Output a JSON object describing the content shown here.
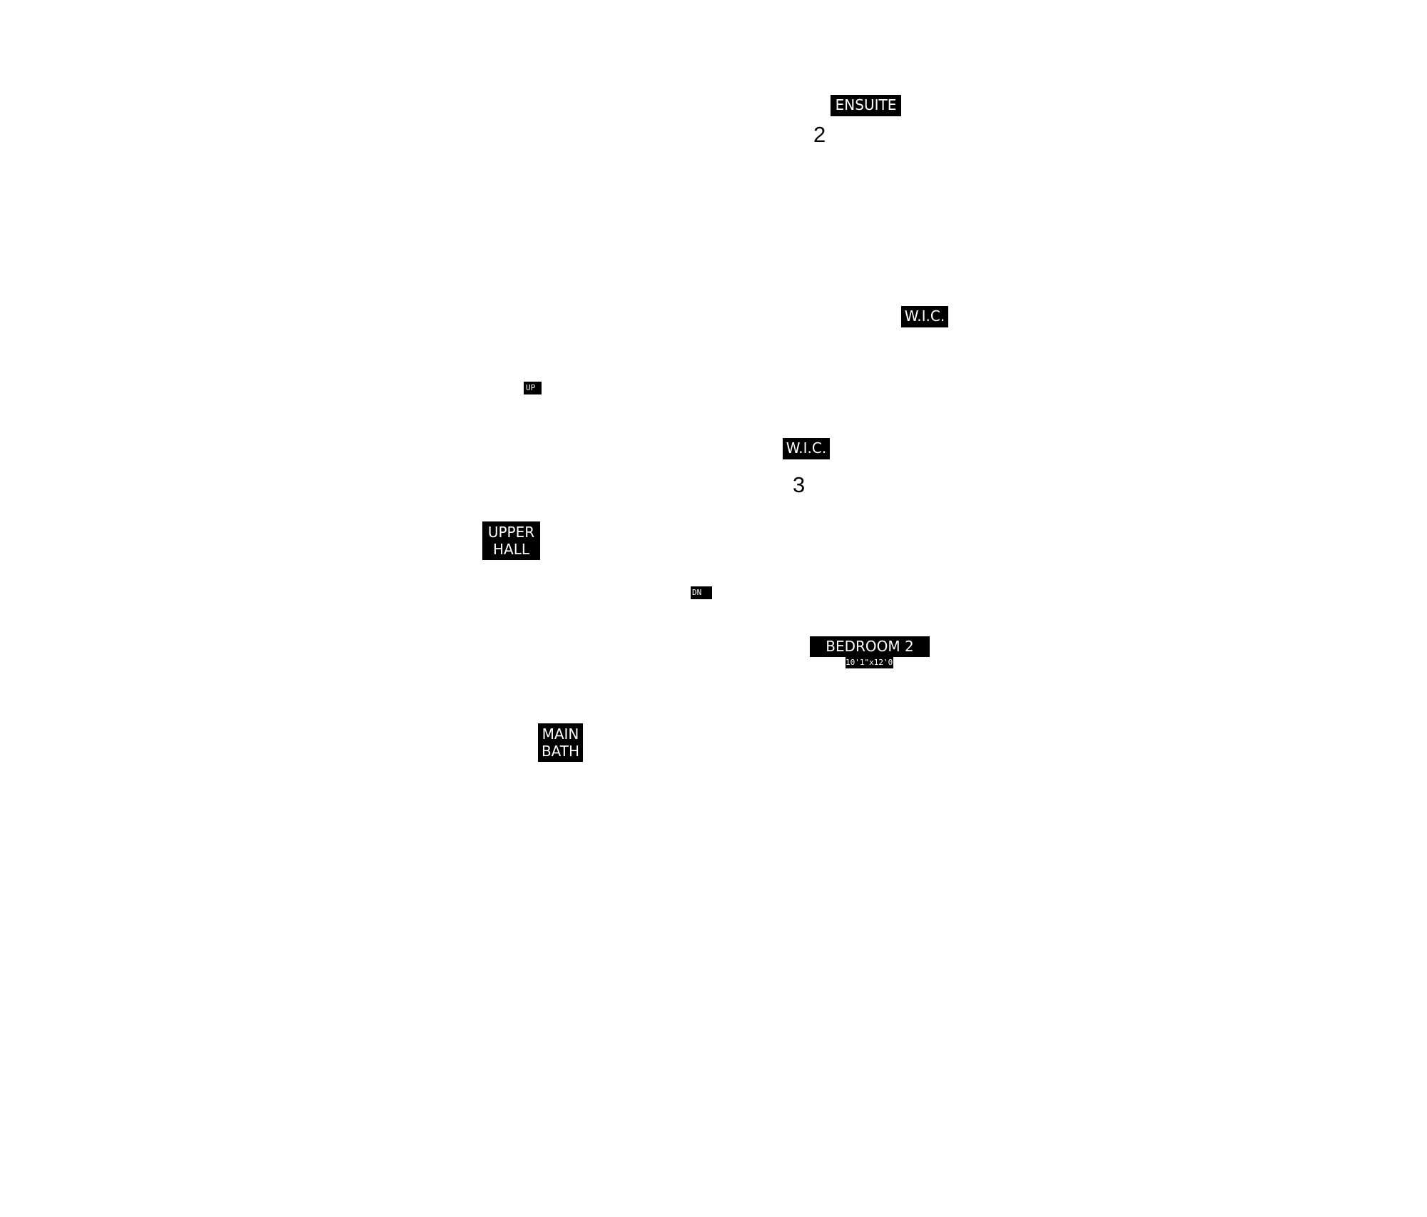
{
  "floor_plan": {
    "labels": {
      "ensuite": "ENSUITE",
      "wic_1": "W.I.C.",
      "up": "UP",
      "wic_2": "W.I.C.",
      "upper_hall": [
        "UPPER",
        "HALL"
      ],
      "dn": "DN",
      "bedroom_2": "BEDROOM 2",
      "bedroom_2_dimensions": "10'1\"x12'0\"",
      "main_bath": [
        "MAIN",
        "BATH"
      ]
    },
    "room_numbers": {
      "number_2": "2",
      "number_3": "3"
    },
    "colors": {
      "label_background": "#000000",
      "label_text": "#ffffff",
      "number_text": "#000000",
      "page_background": "#ffffff"
    }
  }
}
